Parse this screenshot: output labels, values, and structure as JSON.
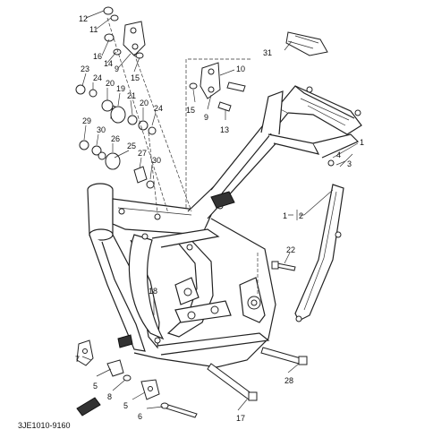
{
  "diagram": {
    "code": "3JE1010-9160",
    "callouts": [
      {
        "id": "c1",
        "text": "1"
      },
      {
        "id": "c2",
        "text": "2"
      },
      {
        "id": "c3",
        "text": "3"
      },
      {
        "id": "c4",
        "text": "4"
      },
      {
        "id": "c5a",
        "text": "5"
      },
      {
        "id": "c5b",
        "text": "5"
      },
      {
        "id": "c6",
        "text": "6"
      },
      {
        "id": "c7",
        "text": "7"
      },
      {
        "id": "c8",
        "text": "8"
      },
      {
        "id": "c9a",
        "text": "9"
      },
      {
        "id": "c9b",
        "text": "9"
      },
      {
        "id": "c10",
        "text": "10"
      },
      {
        "id": "c11",
        "text": "11"
      },
      {
        "id": "c12",
        "text": "12"
      },
      {
        "id": "c13",
        "text": "13"
      },
      {
        "id": "c14",
        "text": "14"
      },
      {
        "id": "c15a",
        "text": "15"
      },
      {
        "id": "c15b",
        "text": "15"
      },
      {
        "id": "c16",
        "text": "16"
      },
      {
        "id": "c17",
        "text": "17"
      },
      {
        "id": "c18",
        "text": "18"
      },
      {
        "id": "c19",
        "text": "19"
      },
      {
        "id": "c20a",
        "text": "20"
      },
      {
        "id": "c20b",
        "text": "20"
      },
      {
        "id": "c21",
        "text": "21"
      },
      {
        "id": "c22",
        "text": "22"
      },
      {
        "id": "c23",
        "text": "23"
      },
      {
        "id": "c24a",
        "text": "24"
      },
      {
        "id": "c24b",
        "text": "24"
      },
      {
        "id": "c25",
        "text": "25"
      },
      {
        "id": "c26",
        "text": "26"
      },
      {
        "id": "c27",
        "text": "27"
      },
      {
        "id": "c28",
        "text": "28"
      },
      {
        "id": "c29",
        "text": "29"
      },
      {
        "id": "c30a",
        "text": "30"
      },
      {
        "id": "c30b",
        "text": "30"
      },
      {
        "id": "c31",
        "text": "31"
      }
    ]
  }
}
